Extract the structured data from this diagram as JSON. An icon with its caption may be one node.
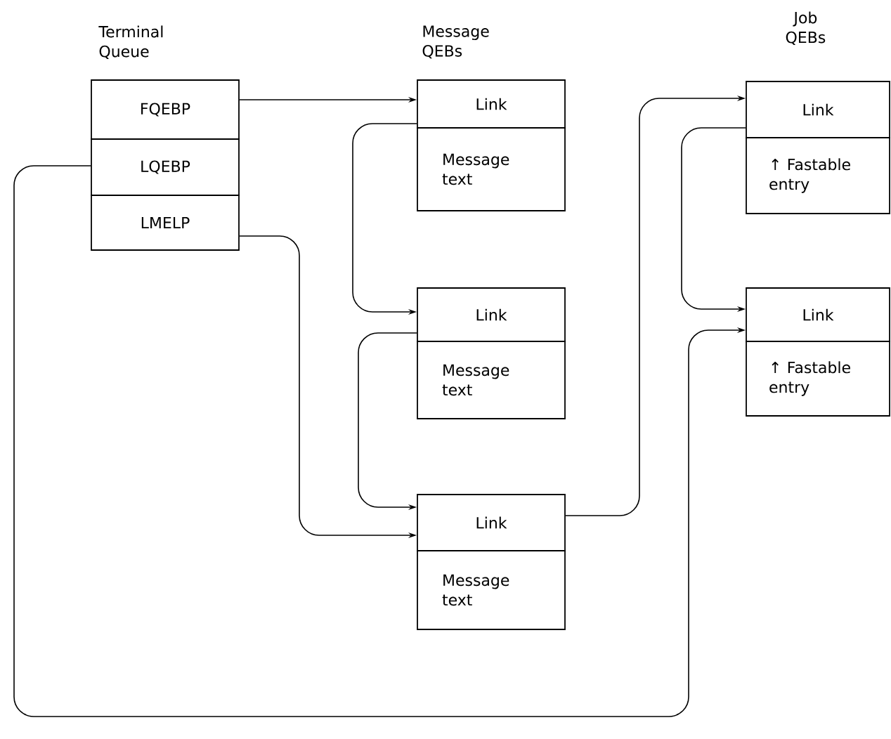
{
  "diagram": {
    "nodes": [
      {
        "text": [
          "FQEBP"
        ]
      },
      {
        "text": [
          "LQEBP"
        ]
      },
      {
        "text": [
          "LMELP"
        ]
      },
      {
        "text": [
          "Link"
        ]
      },
      {
        "text": [
          "Message text"
        ]
      },
      {
        "text": [
          "Link"
        ]
      },
      {
        "text": [
          "Message text"
        ]
      },
      {
        "text": [
          "Link"
        ]
      },
      {
        "text": [
          "Message text"
        ]
      },
      {
        "text": [
          "Link"
        ]
      },
      {
        "text": [
          "↑ Fastable entry"
        ]
      },
      {
        "text": [
          "Link"
        ]
      },
      {
        "text": [
          "↑ Fastable entry"
        ]
      }
    ],
    "edges": [
      {
        "from": 0,
        "to": 3,
        "arrow": "to"
      },
      {
        "from": 3,
        "to": 5,
        "arrow": "to"
      },
      {
        "from": 5,
        "to": 7,
        "arrow": "to"
      },
      {
        "from": 2,
        "to": 7,
        "arrow": "to"
      },
      {
        "from": 7,
        "to": 9,
        "arrow": "to"
      },
      {
        "from": 9,
        "to": 11,
        "arrow": "to"
      },
      {
        "from": 1,
        "to": 11,
        "arrow": "to"
      }
    ],
    "labels": [
      "Terminal Queue",
      "Message QEBs",
      "Job QEBs"
    ]
  }
}
